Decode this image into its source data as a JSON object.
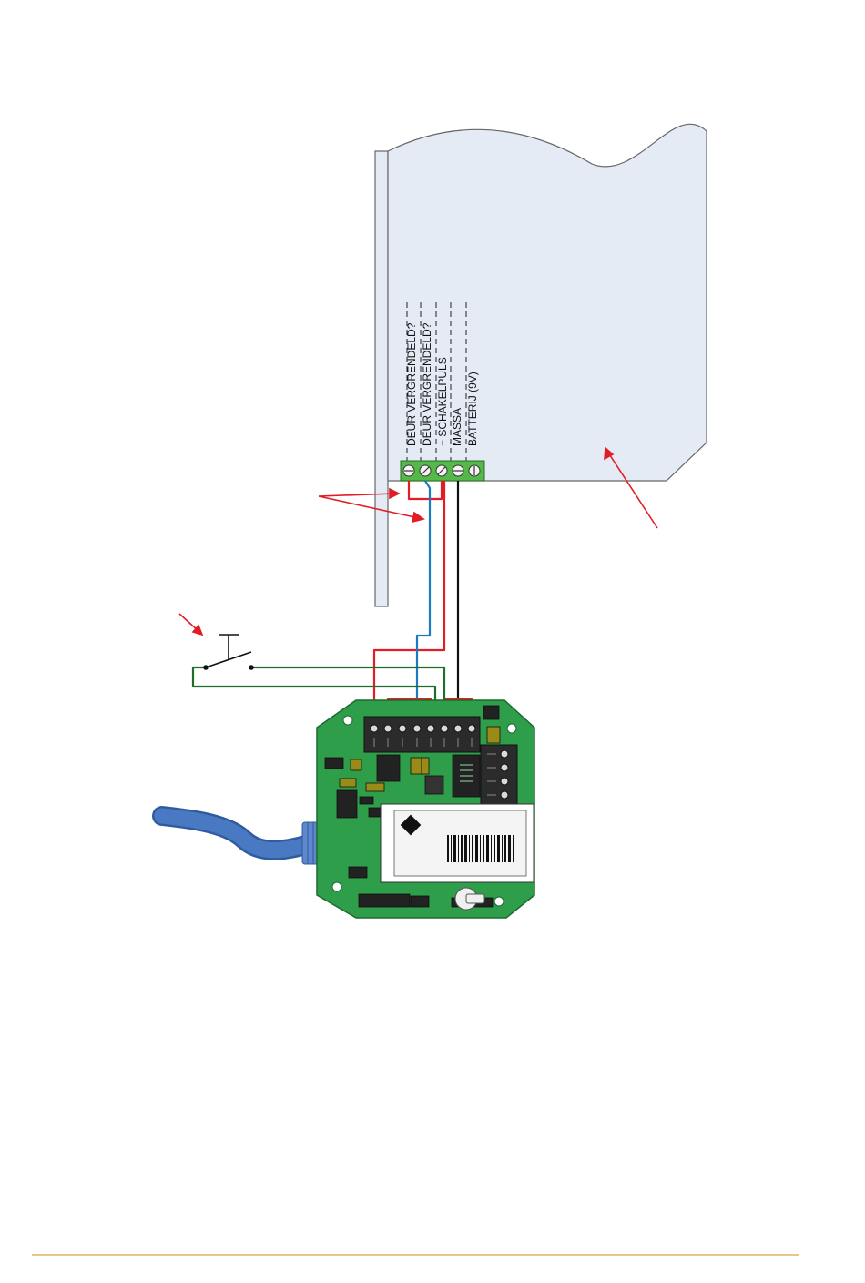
{
  "diagram": {
    "terminal_labels": [
      "DEUR VERGRENDELD?",
      "DEUR VERGRENDELD?",
      "+ SCHAKELPULS",
      "MASSA",
      "BATTERIJ (9V)"
    ],
    "colors": {
      "lock_panel": "#e4ebf5",
      "terminal_green": "#55b94a",
      "pcb_green": "#2f9e4a",
      "wire_red": "#e21d24",
      "wire_blue": "#1a7bbf",
      "wire_black": "#111111",
      "wire_green": "#1f6e2a",
      "cable_blue": "#4a79c4",
      "footer_line": "#d9a441"
    },
    "icons": [
      "pointer-arrow-icon",
      "push-button-switch-icon",
      "rj45-plug-icon"
    ]
  }
}
